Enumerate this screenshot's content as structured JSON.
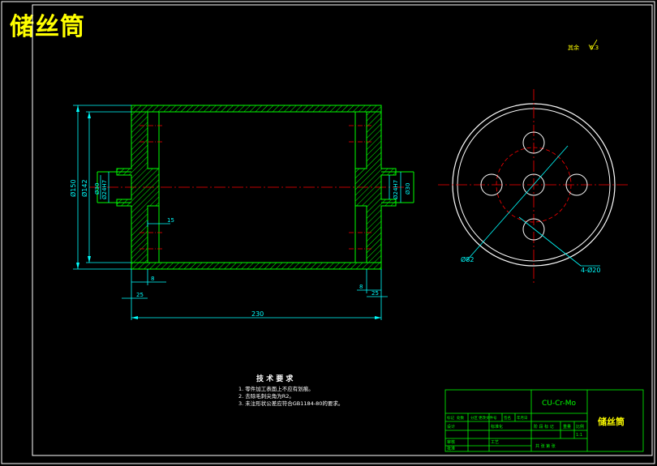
{
  "title": "储丝筒",
  "roughness": {
    "label": "其余",
    "value": "6.3"
  },
  "dimensions": {
    "outer_dia": "Ø150",
    "inner_dia": "Ø142",
    "left_shaft_bore": "Ø24H7",
    "left_shaft_dia": "Ø30",
    "right_shaft_bore": "Ø24H7",
    "right_shaft_dia": "Ø30",
    "wall_15": "15",
    "left_8": "8",
    "left_25": "25",
    "right_8": "8",
    "right_25": "25",
    "length": "230",
    "pcd": "Ø82",
    "holes": "4-Ø20"
  },
  "tech_requirements": {
    "heading": "技 术 要 求",
    "items": [
      "1. 零件加工表面上不应有划痕。",
      "2. 去除毛刺尖角为R2。",
      "3. 未注形状公差应符合GB1184-80的要求。"
    ]
  },
  "title_block": {
    "material": "CU-Cr-Mo",
    "part_name": "储丝筒",
    "row_labels": [
      "标记",
      "处数",
      "分区",
      "更改文件号",
      "签名",
      "年月日"
    ],
    "designer": "设计",
    "standardize": "标准化",
    "reviewer": "审核",
    "process": "工艺",
    "approve": "批准",
    "stage_marks": "阶 段 标 记",
    "weight": "重量",
    "scale": "比例",
    "scale_value": "1:1",
    "sheet": "共  张  第  张"
  },
  "colors": {
    "background": "#000000",
    "frame": "#ffffff",
    "section_hatch": "#00ff00",
    "dimension": "#00ffff",
    "centerline": "#ff0000",
    "title_block": "#00ff00",
    "title_text": "#ffff00"
  }
}
